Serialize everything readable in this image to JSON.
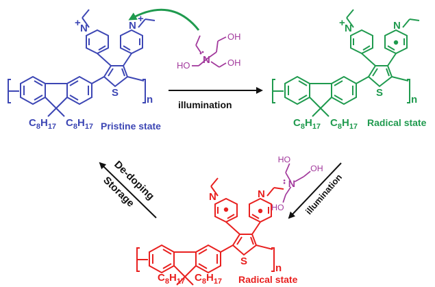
{
  "colors": {
    "pristine": "#3c46b4",
    "radical_green": "#1f9a4e",
    "radical_red": "#e8201f",
    "amine": "#a2399c",
    "arrow_black": "#111111",
    "arrow_green": "#1f9a4e"
  },
  "states": {
    "pristine": {
      "label": "Pristine state"
    },
    "radical_top": {
      "label": "Radical state"
    },
    "radical_bottom": {
      "label": "Radical state"
    }
  },
  "atoms": {
    "n": "N",
    "s": "S",
    "plus": "+",
    "repeat": "n",
    "oh": "OH",
    "ho": "HO",
    "c": "C",
    "c_sub": "8",
    "h": "H",
    "h_sub": "17"
  },
  "arrows": {
    "top_label": "illumination",
    "right_label": "illumination",
    "left_label_1": "De-doping",
    "left_label_2": "Storage"
  }
}
